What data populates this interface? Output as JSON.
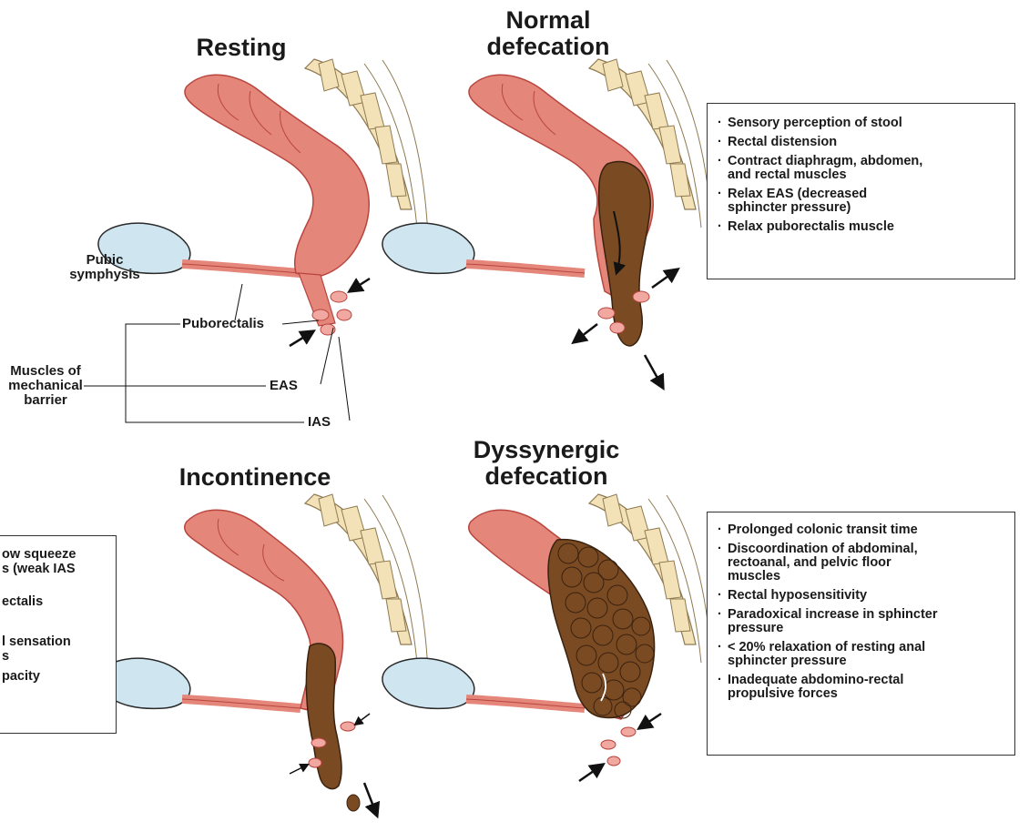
{
  "panels": {
    "resting": {
      "title": "Resting"
    },
    "normal": {
      "title": "Normal\ndefecation"
    },
    "incontinence": {
      "title": "Incontinence"
    },
    "dyssynergic": {
      "title": "Dyssynergic\ndefecation"
    }
  },
  "labels": {
    "pubic_symphysis": "Pubic\nsymphysis",
    "puborectalis": "Puborectalis",
    "muscles_barrier": "Muscles of\nmechanical\nbarrier",
    "eas": "EAS",
    "ias": "IAS"
  },
  "normal_notes": [
    "Sensory perception of stool",
    "Rectal distension",
    "Contract diaphragm, abdomen,\nand rectal muscles",
    "Relax EAS (decreased\nsphincter pressure)",
    "Relax puborectalis muscle"
  ],
  "incontinence_notes": [
    "ow squeeze\ns (weak IAS",
    "ectalis",
    "l sensation\ns",
    "pacity"
  ],
  "dyssynergic_notes": [
    "Prolonged colonic transit time",
    "Discoordination of abdominal,\nrectoanal, and pelvic floor\nmuscles",
    "Rectal hyposensitivity",
    "Paradoxical increase in sphincter\npressure",
    "< 20% relaxation of resting anal\nsphincter pressure",
    "Inadequate abdomino-rectal\npropulsive forces"
  ],
  "colors": {
    "colon": "#e5867a",
    "colon_dark": "#b8453e",
    "bone": "#f3e2b8",
    "bone_edge": "#8f7a52",
    "bladder": "#cfe6f1",
    "stool": "#7a4a22",
    "stool_light": "#9a6332"
  }
}
